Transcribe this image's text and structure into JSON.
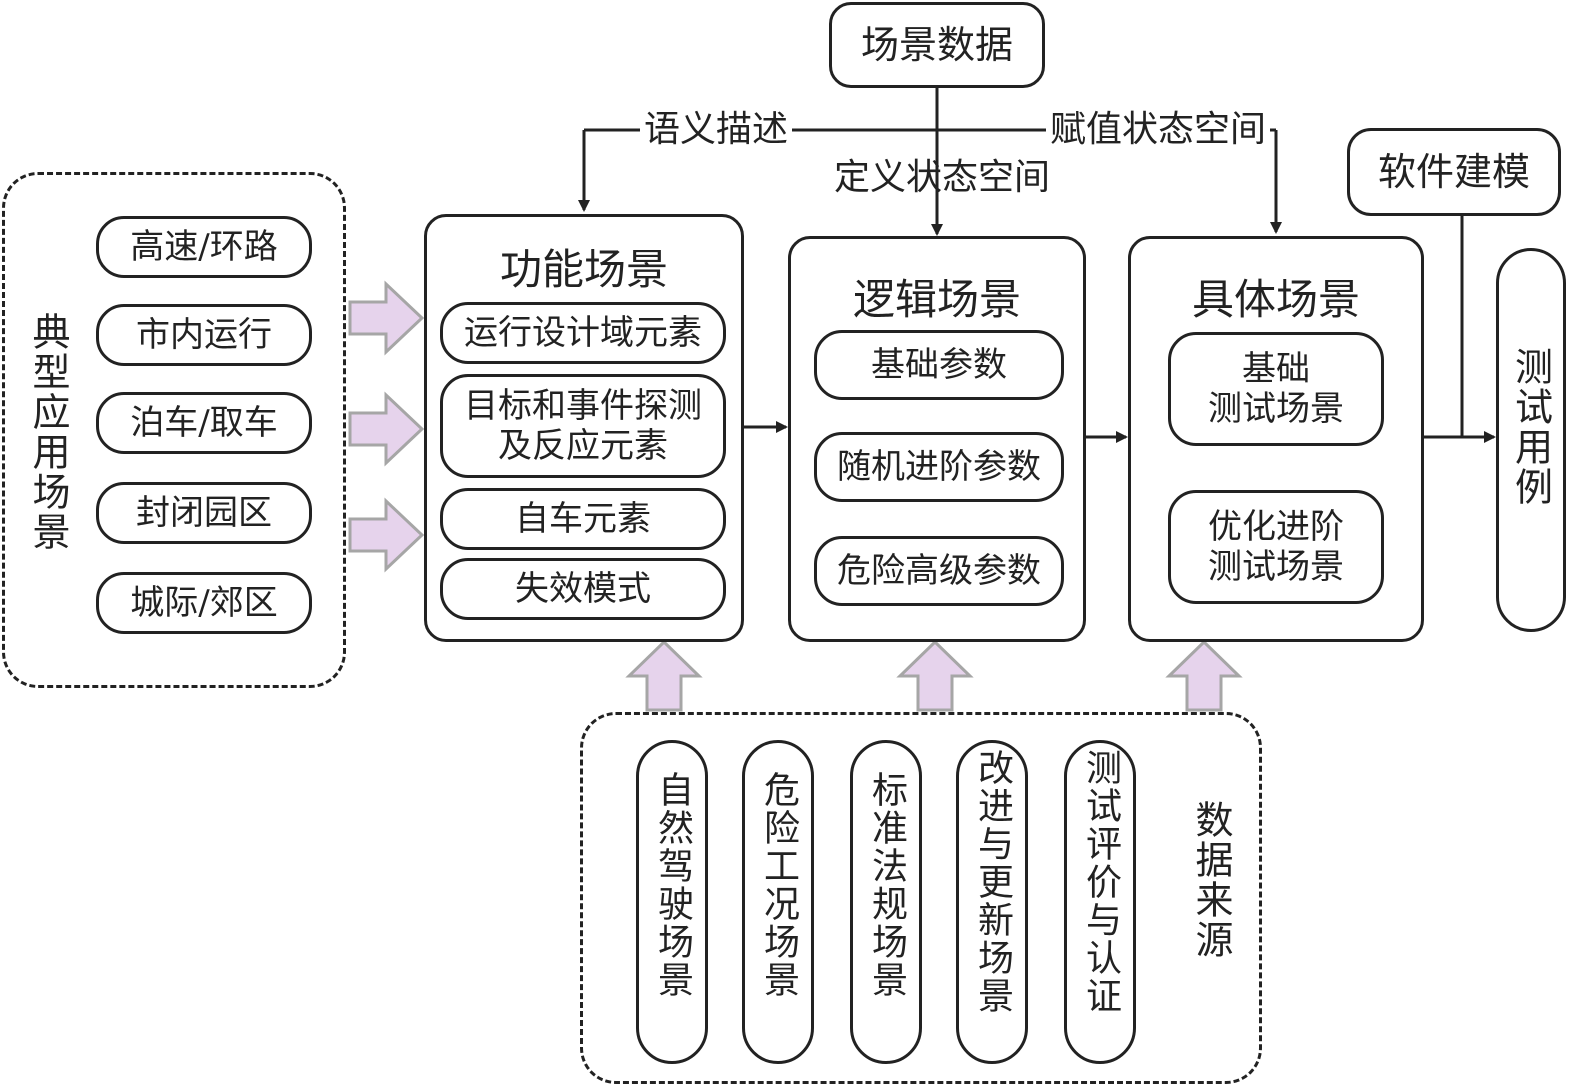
{
  "top": {
    "scene_data": "场景数据",
    "semantic_desc": "语义描述",
    "define_state_space": "定义状态空间",
    "assign_state_space": "赋值状态空间",
    "software_modeling": "软件建模"
  },
  "left_group": {
    "label": "典型应用场景",
    "items": [
      "高速/环路",
      "市内运行",
      "泊车/取车",
      "封闭园区",
      "城际/郊区"
    ]
  },
  "functional": {
    "title": "功能场景",
    "items": [
      "运行设计域元素",
      "目标和事件探测\n及反应元素",
      "自车元素",
      "失效模式"
    ]
  },
  "logical": {
    "title": "逻辑场景",
    "items": [
      "基础参数",
      "随机进阶参数",
      "危险高级参数"
    ]
  },
  "concrete": {
    "title": "具体场景",
    "items": [
      "基础\n测试场景",
      "优化进阶\n测试场景"
    ]
  },
  "test_case": "测试用例",
  "data_sources": {
    "label": "数据来源",
    "items": [
      "自然驾驶场景",
      "危险工况场景",
      "标准法规场景",
      "改进与更新场景",
      "测试评价与认证"
    ]
  },
  "colors": {
    "arrow_fill": "#e6d3ec",
    "arrow_stroke": "#a6a6a6",
    "line": "#222222"
  }
}
